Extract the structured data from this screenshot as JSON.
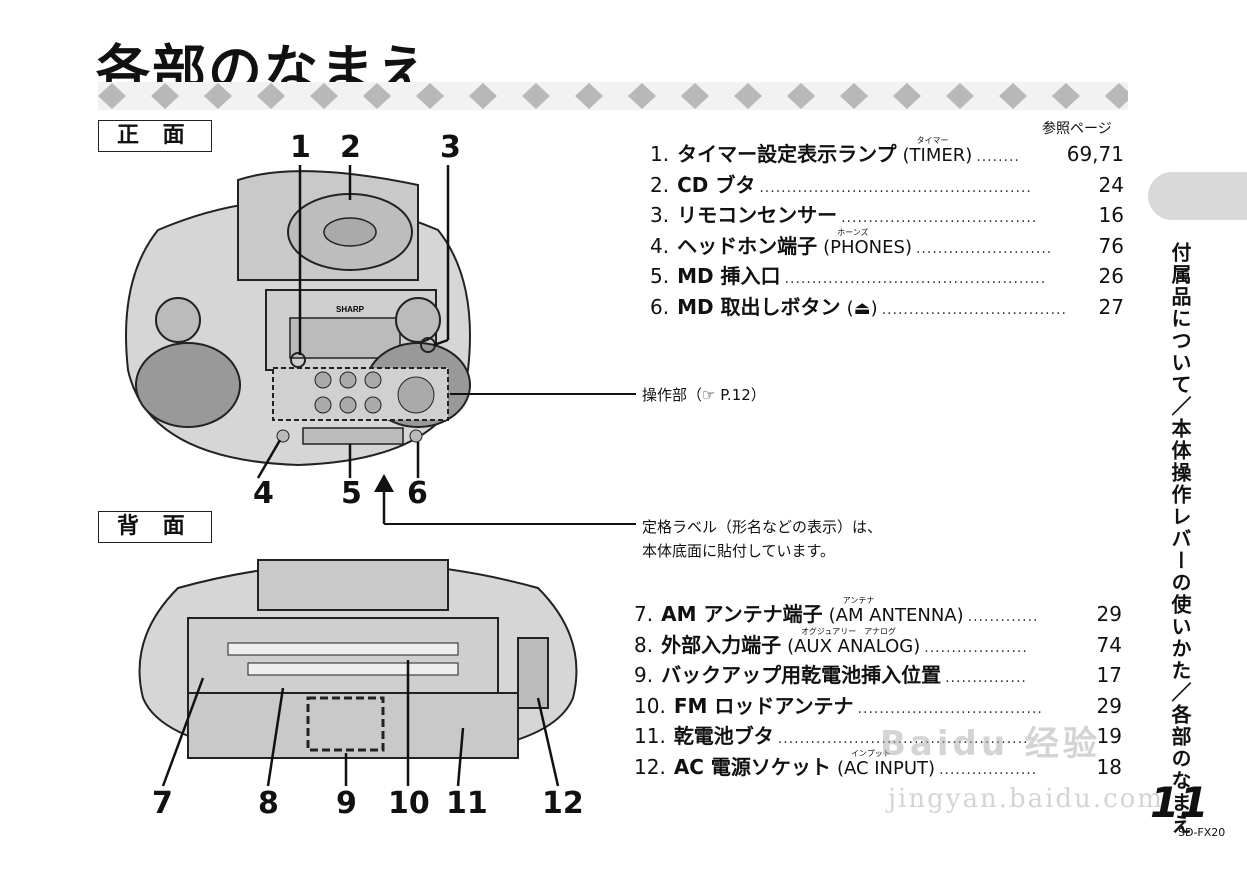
{
  "title": "各部のなまえ",
  "sections": {
    "front": "正 面",
    "back": "背 面"
  },
  "reference_header": "参照ページ",
  "front_items": [
    {
      "no": "1.",
      "name": "タイマー設定表示ランプ",
      "sub": "(TIMER)",
      "ruby": "タイマー",
      "dots": "........",
      "page": "69,71"
    },
    {
      "no": "2.",
      "name": "CD ブタ",
      "sub": "",
      "ruby": "",
      "dots": "..................................................",
      "page": "24"
    },
    {
      "no": "3.",
      "name": "リモコンセンサー",
      "sub": "",
      "ruby": "",
      "dots": "....................................",
      "page": "16"
    },
    {
      "no": "4.",
      "name": "ヘッドホン端子",
      "sub": "(PHONES)",
      "ruby": "ホーンズ",
      "dots": ".........................",
      "page": "76"
    },
    {
      "no": "5.",
      "name": "MD 挿入口",
      "sub": "",
      "ruby": "",
      "dots": "................................................",
      "page": "26"
    },
    {
      "no": "6.",
      "name": "MD 取出しボタン",
      "sub": "(⏏)",
      "ruby": "",
      "dots": "..................................",
      "page": "27"
    }
  ],
  "back_items": [
    {
      "no": "7.",
      "name": "AM アンテナ端子",
      "sub": "(AM ANTENNA)",
      "ruby": "アンテナ",
      "dots": ".............",
      "page": "29"
    },
    {
      "no": "8.",
      "name": "外部入力端子",
      "sub": "(AUX ANALOG)",
      "ruby": "オグジュアリー　アナログ",
      "dots": "...................",
      "page": "74"
    },
    {
      "no": "9.",
      "name": "バックアップ用乾電池挿入位置",
      "sub": "",
      "ruby": "",
      "dots": "...............",
      "page": "17"
    },
    {
      "no": "10.",
      "name": "FM ロッドアンテナ",
      "sub": "",
      "ruby": "",
      "dots": "..................................",
      "page": "29"
    },
    {
      "no": "11.",
      "name": "乾電池ブタ",
      "sub": "",
      "ruby": "",
      "dots": "..............................................",
      "page": "19"
    },
    {
      "no": "12.",
      "name": "AC 電源ソケット",
      "sub": "(AC INPUT)",
      "ruby": "インプット",
      "dots": "..................",
      "page": "18"
    }
  ],
  "notes": {
    "controls": "操作部（☞ P.12）",
    "label_line1": "定格ラベル（形名などの表示）は、",
    "label_line2": "本体底面に貼付しています。"
  },
  "brand": "SHARP",
  "side_text": "付属品について／本体操作レバーの使いかた／各部のなまえ",
  "page_number": "11",
  "model": "SD-FX20",
  "front_callouts": [
    "1",
    "2",
    "3",
    "4",
    "5",
    "6"
  ],
  "back_callouts": [
    "7",
    "8",
    "9",
    "10",
    "11",
    "12"
  ],
  "watermark": {
    "line1": "Baidu 经验",
    "line2": "jingyan.baidu.com"
  }
}
